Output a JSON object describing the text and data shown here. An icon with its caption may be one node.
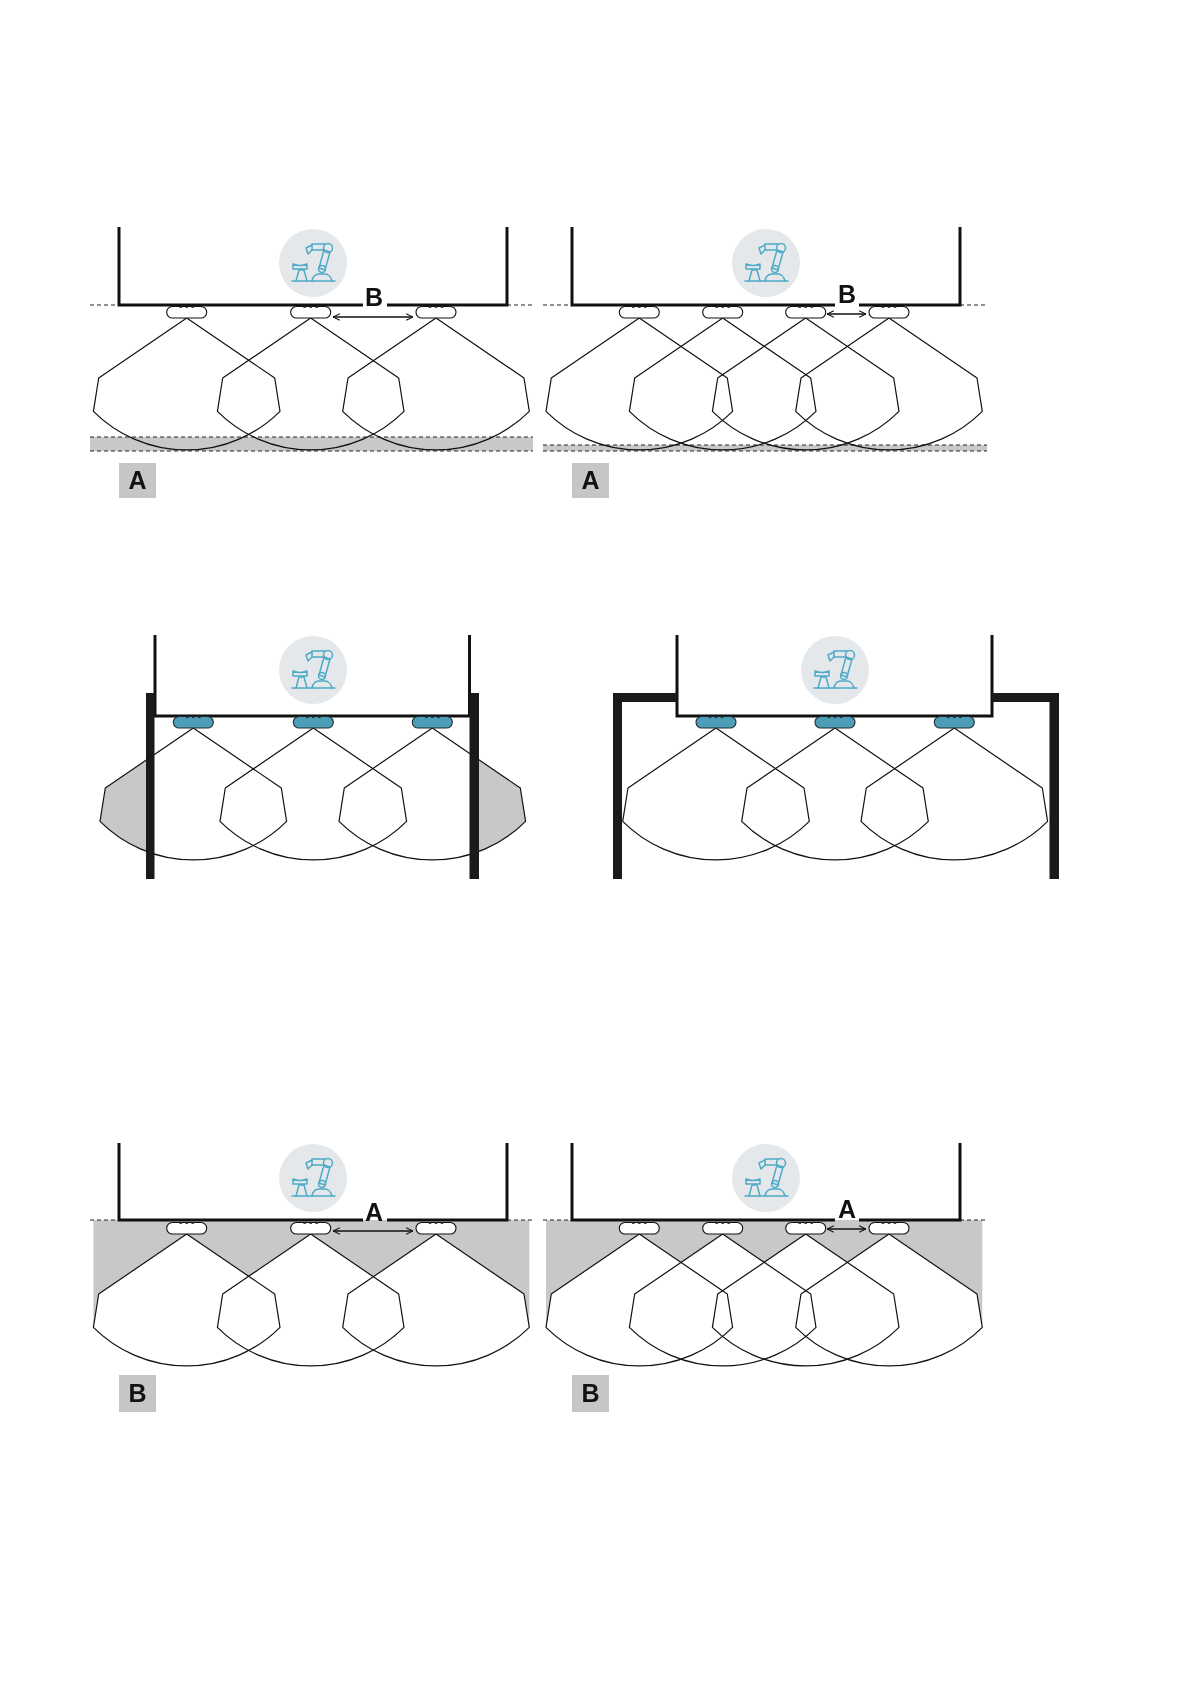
{
  "diagram": {
    "labels": [
      "B",
      "A",
      "B",
      "A",
      "A",
      "B",
      "A",
      "B"
    ]
  }
}
